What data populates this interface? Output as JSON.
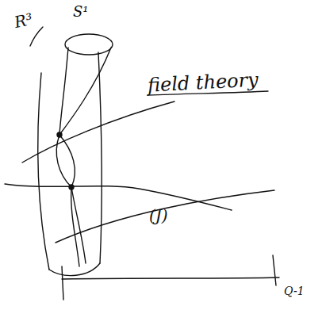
{
  "diagram": {
    "labels": [
      "R³",
      "S¹",
      "field theory",
      "(J)",
      "Q-1"
    ]
  }
}
